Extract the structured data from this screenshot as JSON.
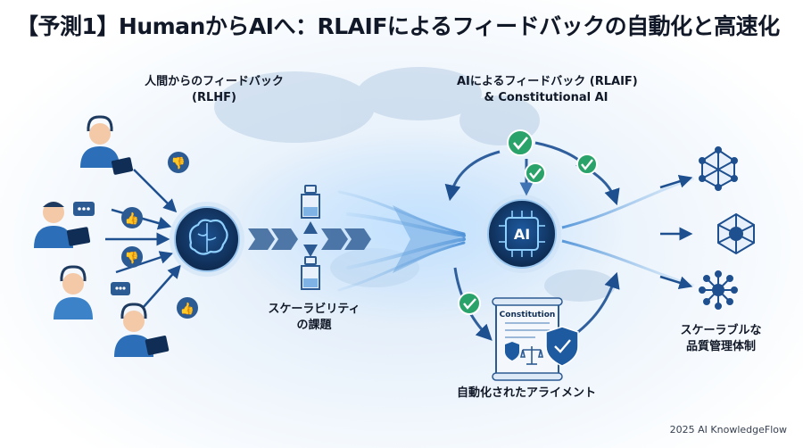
{
  "title": "【予測1】HumanからAIへ：RLAIFによるフィードバックの自動化と高速化",
  "left_heading": {
    "line1": "人間からのフィードバック",
    "line2": "(RLHF)"
  },
  "right_heading": {
    "line1": "AIによるフィードバック (RLAIF)",
    "line2": "& Constitutional AI"
  },
  "bottleneck_label": {
    "line1": "スケーラビリティ",
    "line2": "の課題"
  },
  "ai_hub_text": "AI",
  "constitution_label": "Constitution",
  "alignment_label": "自動化されたアライメント",
  "outcome_label": {
    "line1": "スケーラブルな",
    "line2": "品質管理体制"
  },
  "footer": "2025 AI KnowledgeFlow",
  "colors": {
    "accent": "#1e4f8f",
    "navy": "#0f2d55",
    "check": "#2aa36b",
    "glow": "#8fc2ee"
  },
  "icons": [
    "headset-person-icon",
    "thumbs-up-icon",
    "thumbs-down-icon",
    "chat-bubble-icon",
    "brain-icon",
    "hourglass-icon",
    "ai-chip-icon",
    "check-icon",
    "constitution-scroll-icon",
    "shield-check-icon",
    "scales-icon",
    "network-node-icon"
  ]
}
